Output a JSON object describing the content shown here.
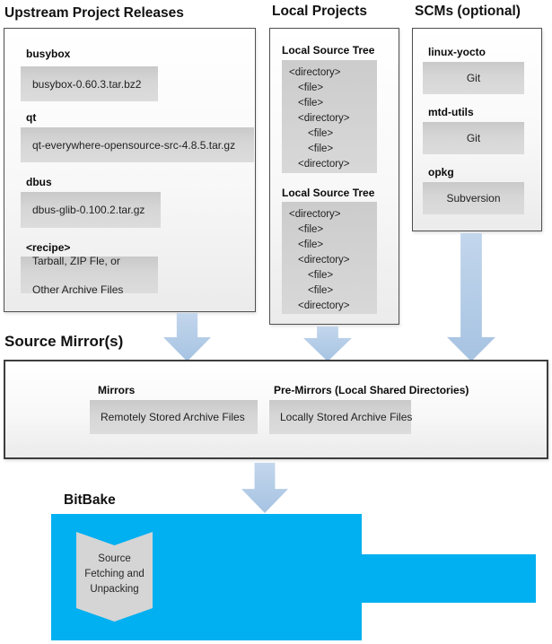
{
  "headings": {
    "upstream": "Upstream Project Releases",
    "local": "Local Projects",
    "scms": "SCMs (optional)",
    "source_mirrors": "Source Mirror(s)",
    "bitbake": "BitBake"
  },
  "upstream": {
    "items": [
      {
        "label": "busybox",
        "value": "busybox-0.60.3.tar.bz2"
      },
      {
        "label": "qt",
        "value": "qt-everywhere-opensource-src-4.8.5.tar.gz"
      },
      {
        "label": "dbus",
        "value": "dbus-glib-0.100.2.tar.gz"
      },
      {
        "label": "<recipe>",
        "lines": [
          "Tarball, ZIP Fle, or",
          "Other Archive Files"
        ]
      }
    ]
  },
  "local_projects": {
    "sections": [
      {
        "label": "Local Source Tree",
        "tree": [
          "<directory>",
          "<file>",
          "<file>",
          "<directory>",
          "<file>",
          "<file>",
          "<directory>"
        ]
      },
      {
        "label": "Local Source Tree",
        "tree": [
          "<directory>",
          "<file>",
          "<file>",
          "<directory>",
          "<file>",
          "<file>",
          "<directory>"
        ]
      }
    ]
  },
  "scms": {
    "items": [
      {
        "label": "linux-yocto",
        "value": "Git"
      },
      {
        "label": "mtd-utils",
        "value": "Git"
      },
      {
        "label": "opkg",
        "value": "Subversion"
      }
    ]
  },
  "mirrors": {
    "mirrors_label": "Mirrors",
    "mirrors_value": "Remotely Stored Archive Files",
    "premirrors_label": "Pre-Mirrors (Local Shared Directories)",
    "premirrors_value": "Locally Stored Archive Files"
  },
  "bitbake": {
    "process_lines": [
      "Source",
      "Fetching and",
      "Unpacking"
    ]
  },
  "colors": {
    "cyan": "#00b0f0",
    "arrow_fill": "#aecbe8",
    "item_box_gray": "#d4d4d4",
    "panel_border": "#4f4f4f"
  }
}
